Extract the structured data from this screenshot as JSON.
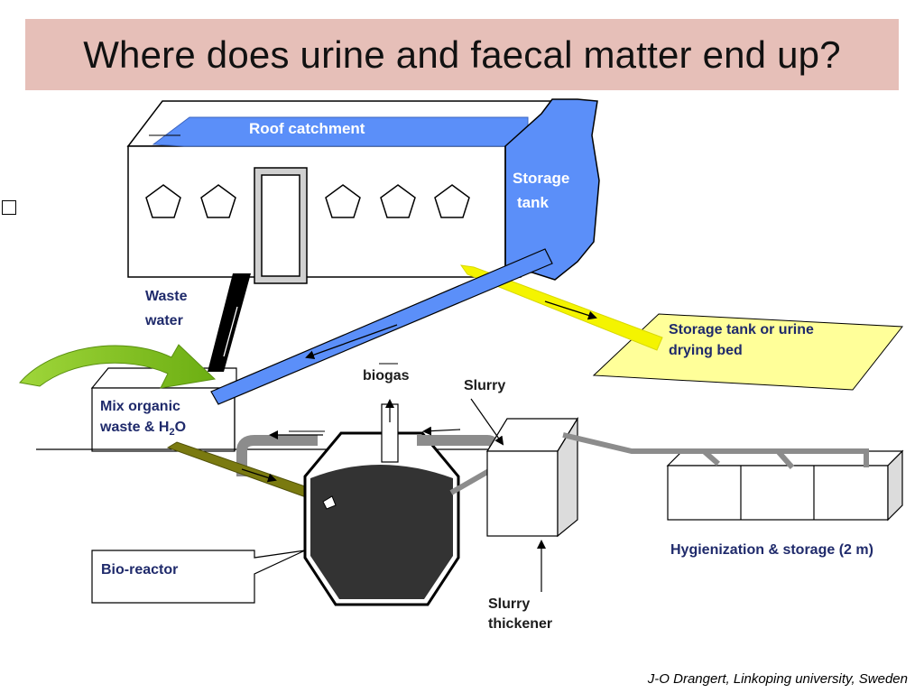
{
  "slide": {
    "title": "Where does urine and faecal matter end up?",
    "credit": "J-O Drangert, Linkoping university, Sweden"
  },
  "labels": {
    "roof_catchment": "Roof catchment",
    "storage_tank_line1": "Storage",
    "storage_tank_line2": "tank",
    "waste_water_line1": "Waste",
    "waste_water_line2": "water",
    "urine_bed_line1": "Storage tank or  urine",
    "urine_bed_line2": "drying bed",
    "mix_line1": "Mix organic",
    "mix_line2_a": "waste & H",
    "mix_line2_sub": "2",
    "mix_line2_b": "O",
    "biogas": "biogas",
    "slurry": "Slurry",
    "bio_reactor": "Bio-reactor",
    "slurry_thickener_line1": "Slurry",
    "slurry_thickener_line2": "thickener",
    "hygienization": "Hygienization & storage (2 m)"
  },
  "colors": {
    "title_background": "#e6bfb8",
    "pipe_blue": "#5b8ff9",
    "urine_yellow": "#f4f400",
    "bed_yellow": "#ffff99",
    "label_navy": "#1f2a6b",
    "reactor_fill": "#333333",
    "olive_pipe": "#7a7a10",
    "grey_pipe": "#8c8c8c",
    "green_arrow": "#7fc21a"
  }
}
